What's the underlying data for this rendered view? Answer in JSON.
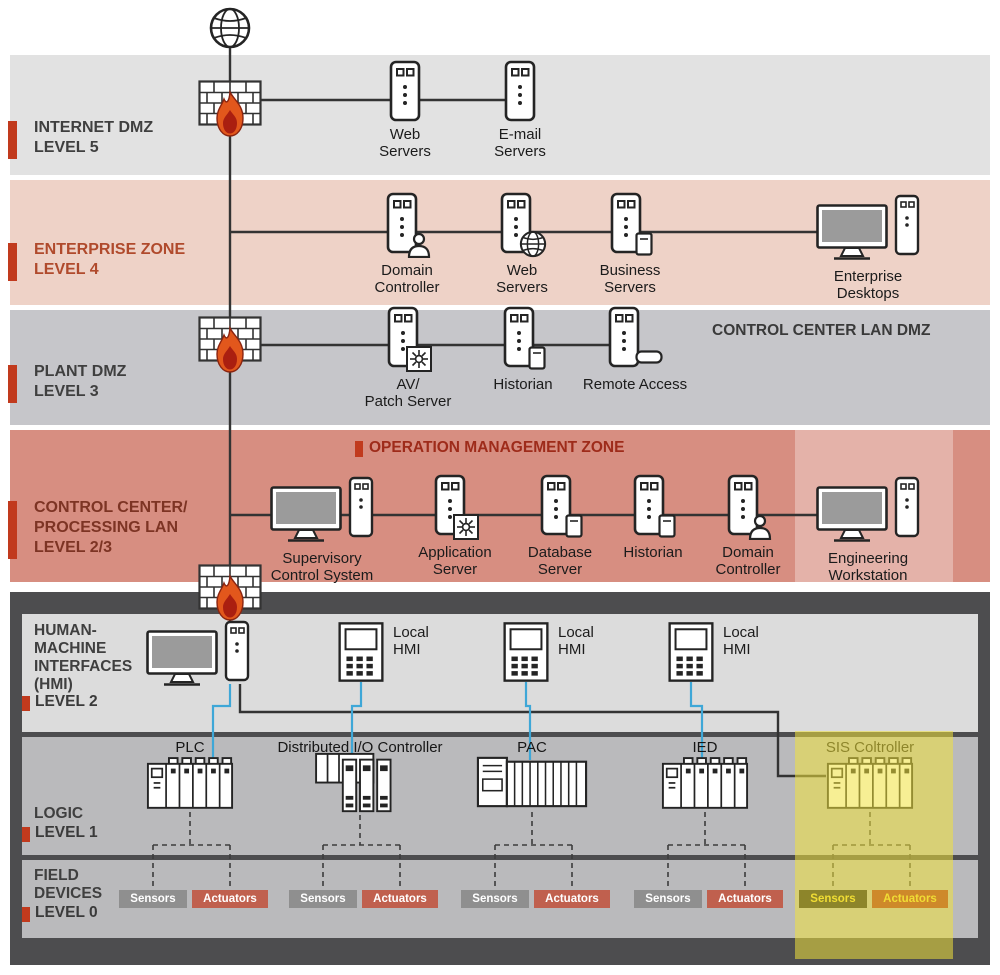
{
  "zones": {
    "internet_dmz": {
      "label": "INTERNET DMZ\nLEVEL 5",
      "nodes": {
        "web": "Web\nServers",
        "email": "E-mail\nServers"
      }
    },
    "enterprise": {
      "label": "ENTERPRISE ZONE\nLEVEL 4",
      "nodes": {
        "domain": "Domain\nController",
        "web": "Web\nServers",
        "business": "Business\nServers",
        "desktops": "Enterprise\nDesktops"
      }
    },
    "plant_dmz": {
      "label": "PLANT DMZ\nLEVEL 3",
      "banner": "CONTROL CENTER LAN DMZ",
      "nodes": {
        "av": "AV/\nPatch Server",
        "historian": "Historian",
        "remote": "Remote Access"
      }
    },
    "control_center": {
      "label": "CONTROL CENTER/\nPROCESSING LAN\nLEVEL 2/3",
      "banner": "OPERATION MANAGEMENT ZONE",
      "nodes": {
        "scs": "Supervisory\nControl System",
        "app": "Application\nServer",
        "db": "Database\nServer",
        "historian": "Historian",
        "domain": "Domain\nController",
        "eng": "Engineering\nWorkstation"
      }
    },
    "hmi": {
      "label": "HUMAN-\nMACHINE\nINTERFACES\n(HMI)",
      "level": "LEVEL 2",
      "nodes": {
        "hmi1": "Local\nHMI",
        "hmi2": "Local\nHMI",
        "hmi3": "Local\nHMI"
      }
    },
    "logic": {
      "label": "LOGIC",
      "level": "LEVEL 1",
      "nodes": {
        "plc": "PLC",
        "dio": "Distributed I/O Controller",
        "pac": "PAC",
        "ied": "IED",
        "sis": "SIS Coltroller"
      }
    },
    "field": {
      "label": "FIELD\nDEVICES",
      "level": "LEVEL 0",
      "sensor_label": "Sensors",
      "actuator_label": "Actuators"
    }
  },
  "colors": {
    "accent_red": "#c13a1d",
    "band_internet": "#e2e2e2",
    "band_enterprise": "#eed2c7",
    "band_plant": "#c6c6ca",
    "band_control": "#d78e81",
    "dark_zone": "#4d4d4f",
    "band_hmi": "#dcdcdc",
    "band_logic": "#bababc",
    "highlight_yellow": "#f1e23c",
    "hmi_link_blue": "#3ea7d7",
    "sensor_badge_bg": "#8f8f8f",
    "actuator_badge_bg": "#c0604e",
    "sis_sensor_bg": "#141414",
    "sis_actuator_bg": "#a51d15",
    "sis_badge_text": "#f0d82a"
  }
}
